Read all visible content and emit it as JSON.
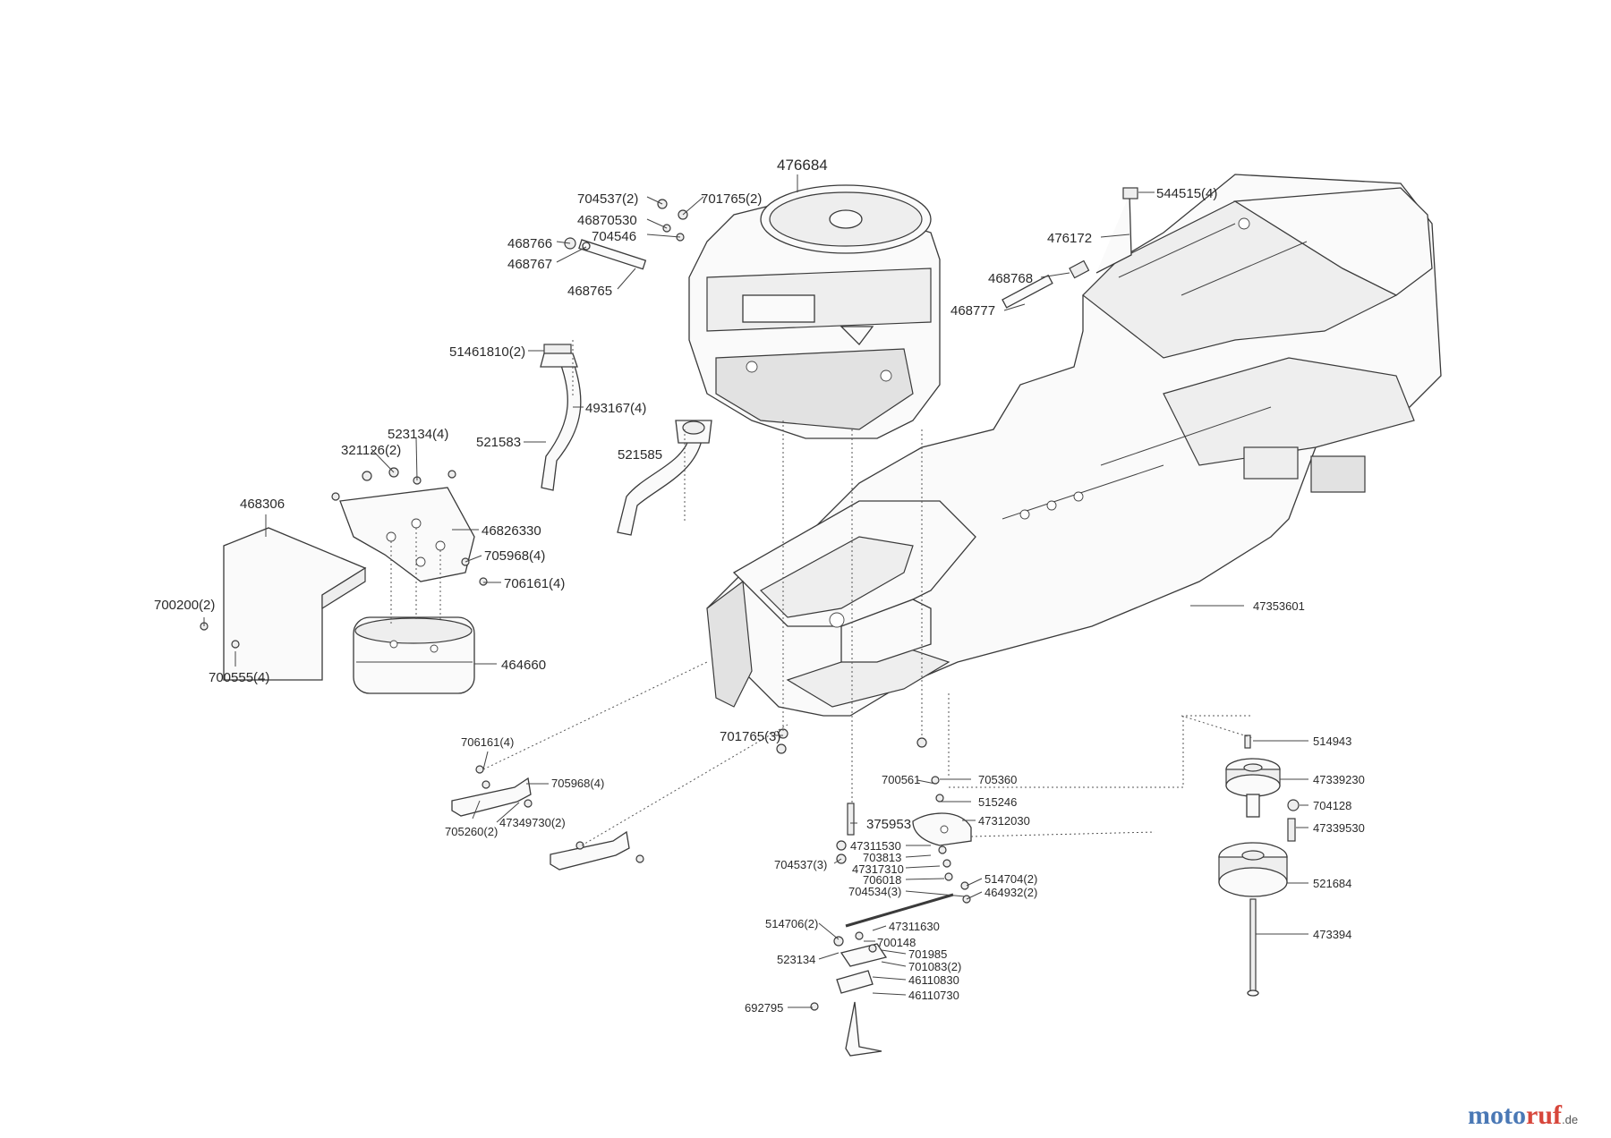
{
  "colors": {
    "line": "#3a3a3a",
    "label": "#2a2a2a",
    "brand_part1": "#4a78b5",
    "brand_part2": "#d7463b"
  },
  "watermark": {
    "part1": "moto",
    "part2": "ruf",
    "tld": ".de"
  },
  "labels": [
    {
      "id": "476684",
      "text": "476684"
    },
    {
      "id": "704537-2",
      "text": "704537(2)"
    },
    {
      "id": "701765-2",
      "text": "701765(2)"
    },
    {
      "id": "46870530",
      "text": "46870530"
    },
    {
      "id": "704546",
      "text": "704546"
    },
    {
      "id": "468766",
      "text": "468766"
    },
    {
      "id": "468767",
      "text": "468767"
    },
    {
      "id": "468765",
      "text": "468765"
    },
    {
      "id": "544515-4",
      "text": "544515(4)"
    },
    {
      "id": "476172",
      "text": "476172"
    },
    {
      "id": "468768",
      "text": "468768"
    },
    {
      "id": "468777",
      "text": "468777"
    },
    {
      "id": "51461810-2",
      "text": "51461810(2)"
    },
    {
      "id": "493167-4",
      "text": "493167(4)"
    },
    {
      "id": "521583",
      "text": "521583"
    },
    {
      "id": "521585",
      "text": "521585"
    },
    {
      "id": "523134-4",
      "text": "523134(4)"
    },
    {
      "id": "321126-2",
      "text": "321126(2)"
    },
    {
      "id": "468306",
      "text": "468306"
    },
    {
      "id": "46826330",
      "text": "46826330"
    },
    {
      "id": "705968-4-a",
      "text": "705968(4)"
    },
    {
      "id": "706161-4-a",
      "text": "706161(4)"
    },
    {
      "id": "700200-2",
      "text": "700200(2)"
    },
    {
      "id": "700555-4",
      "text": "700555(4)"
    },
    {
      "id": "464660",
      "text": "464660"
    },
    {
      "id": "47353601",
      "text": "47353601"
    },
    {
      "id": "701765-3",
      "text": "701765(3)"
    },
    {
      "id": "706161-4-b",
      "text": "706161(4)"
    },
    {
      "id": "705968-4-b",
      "text": "705968(4)"
    },
    {
      "id": "705260-2",
      "text": "705260(2)"
    },
    {
      "id": "47349730-2",
      "text": "47349730(2)"
    },
    {
      "id": "705360",
      "text": "705360"
    },
    {
      "id": "700561",
      "text": "700561"
    },
    {
      "id": "515246",
      "text": "515246"
    },
    {
      "id": "375953",
      "text": "375953"
    },
    {
      "id": "47312030",
      "text": "47312030"
    },
    {
      "id": "47311530",
      "text": "47311530"
    },
    {
      "id": "703813",
      "text": "703813"
    },
    {
      "id": "704537-3",
      "text": "704537(3)"
    },
    {
      "id": "47317310",
      "text": "47317310"
    },
    {
      "id": "706018",
      "text": "706018"
    },
    {
      "id": "514704-2",
      "text": "514704(2)"
    },
    {
      "id": "704534-3",
      "text": "704534(3)"
    },
    {
      "id": "464932-2",
      "text": "464932(2)"
    },
    {
      "id": "514706-2",
      "text": "514706(2)"
    },
    {
      "id": "47311630",
      "text": "47311630"
    },
    {
      "id": "700148",
      "text": "700148"
    },
    {
      "id": "523134",
      "text": "523134"
    },
    {
      "id": "701985",
      "text": "701985"
    },
    {
      "id": "701083-2",
      "text": "701083(2)"
    },
    {
      "id": "46110830",
      "text": "46110830"
    },
    {
      "id": "46110730",
      "text": "46110730"
    },
    {
      "id": "692795",
      "text": "692795"
    },
    {
      "id": "514943",
      "text": "514943"
    },
    {
      "id": "47339230",
      "text": "47339230"
    },
    {
      "id": "704128",
      "text": "704128"
    },
    {
      "id": "47339530",
      "text": "47339530"
    },
    {
      "id": "521684",
      "text": "521684"
    },
    {
      "id": "473394",
      "text": "473394"
    }
  ]
}
